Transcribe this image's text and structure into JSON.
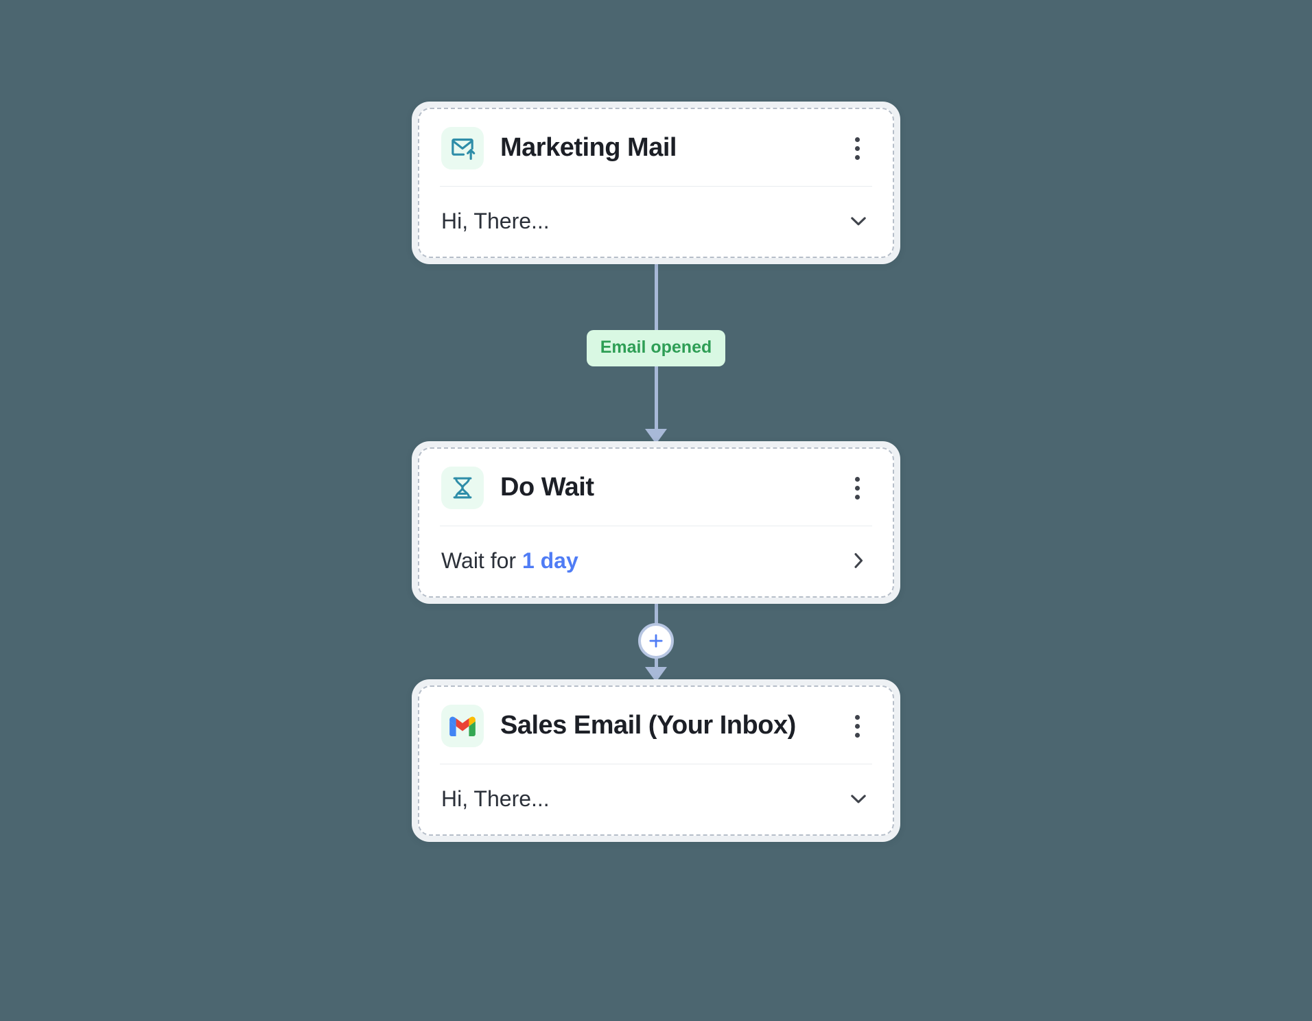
{
  "canvas": {
    "background_color": "#4c6670"
  },
  "theme": {
    "card_surface": "#ffffff",
    "card_frame": "#eef1f4",
    "dashed_border": "#b6bec9",
    "connector": "#a8b9d8",
    "accent_blue": "#4f7cf5",
    "badge_bg": "#d9f8e3",
    "badge_text": "#2e9e55",
    "icon_tile_bg": "#eafaf1",
    "icon_teal": "#2e8da8",
    "title_text": "#1c1f26"
  },
  "flow": {
    "nodes": [
      {
        "id": "marketing-mail",
        "icon": "mail-send-icon",
        "title": "Marketing Mail",
        "menu_icon": "kebab-menu-icon",
        "body_text": "Hi, There...",
        "body_icon": "chevron-down-icon"
      },
      {
        "id": "do-wait",
        "icon": "hourglass-icon",
        "title": "Do Wait",
        "menu_icon": "kebab-menu-icon",
        "body_prefix": "Wait for ",
        "body_highlight": "1 day",
        "body_icon": "chevron-right-icon"
      },
      {
        "id": "sales-email",
        "icon": "gmail-icon",
        "title": "Sales Email (Your Inbox)",
        "menu_icon": "kebab-menu-icon",
        "body_text": "Hi, There...",
        "body_icon": "chevron-down-icon"
      }
    ],
    "connectors": [
      {
        "id": "conn-1",
        "from": "marketing-mail",
        "to": "do-wait",
        "badge_label": "Email opened",
        "has_add_button": false
      },
      {
        "id": "conn-2",
        "from": "do-wait",
        "to": "sales-email",
        "badge_label": "",
        "has_add_button": true,
        "add_button_icon": "plus-icon"
      }
    ]
  }
}
